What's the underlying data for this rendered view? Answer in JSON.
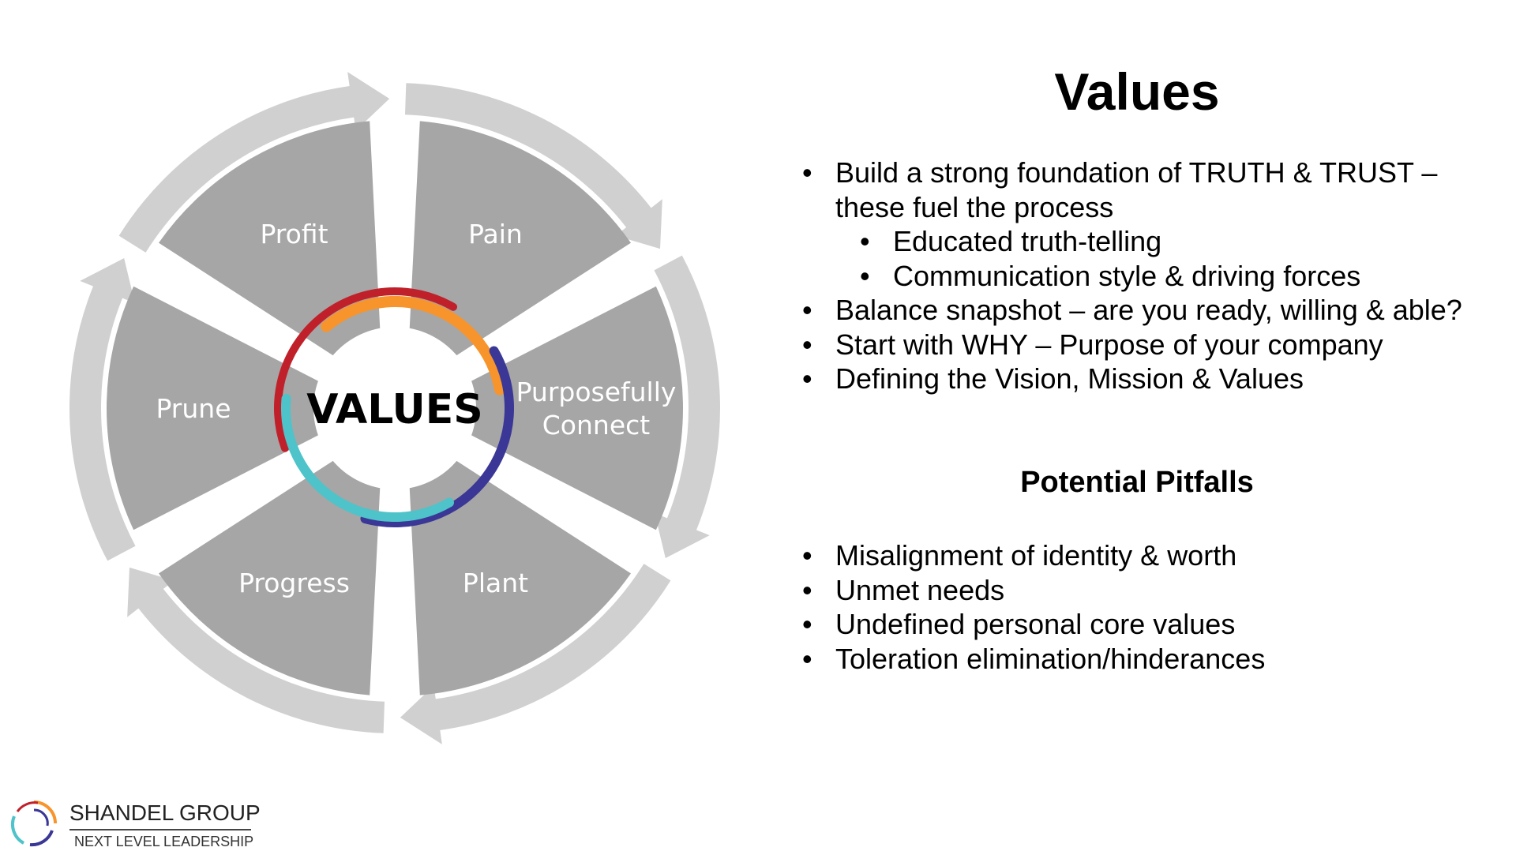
{
  "diagram": {
    "center_label": "VALUES",
    "segments": [
      {
        "label": [
          "Pain"
        ]
      },
      {
        "label": [
          "Purposefully",
          "Connect"
        ]
      },
      {
        "label": [
          "Plant"
        ]
      },
      {
        "label": [
          "Progress"
        ]
      },
      {
        "label": [
          "Prune"
        ]
      },
      {
        "label": [
          "Profit"
        ]
      }
    ],
    "colors": {
      "segment_fill": "#a6a6a6",
      "arrow_fill": "#d0d0d0",
      "swirl": [
        "#c0202a",
        "#f7942c",
        "#3a3796",
        "#4ec3c9"
      ]
    }
  },
  "content": {
    "title": "Values",
    "bullets": [
      {
        "text": "Build a strong foundation of TRUTH & TRUST – these fuel the process",
        "sub": [
          "Educated truth-telling",
          "Communication style & driving forces"
        ]
      },
      {
        "text": "Balance snapshot – are you ready, willing & able?"
      },
      {
        "text": "Start with WHY – Purpose of your company"
      },
      {
        "text": "Defining the Vision, Mission & Values"
      }
    ],
    "pitfalls_heading": "Potential Pitfalls",
    "pitfalls": [
      "Misalignment of identity & worth",
      "Unmet needs",
      "Undefined personal core values",
      "Toleration elimination/hinderances"
    ]
  },
  "brand": {
    "name": "SHANDEL GROUP",
    "tagline": "NEXT LEVEL LEADERSHIP"
  }
}
